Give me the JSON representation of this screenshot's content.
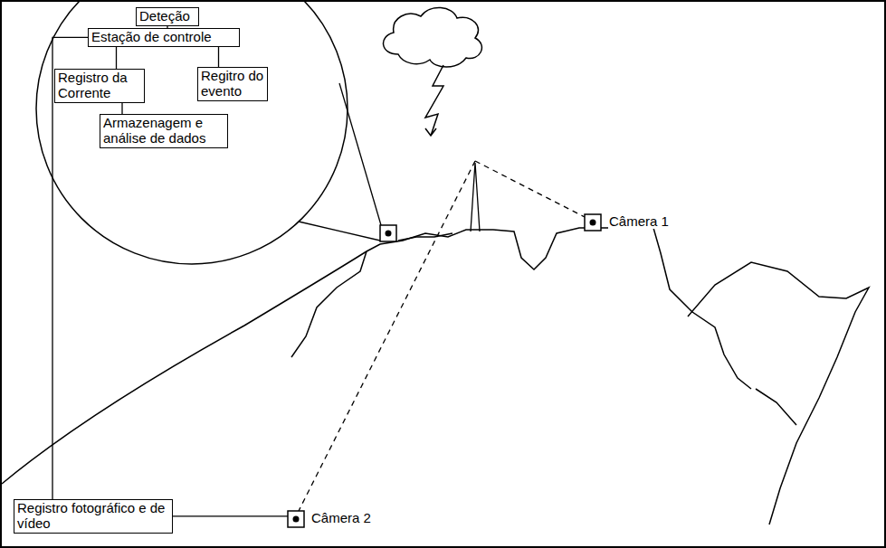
{
  "diagram": {
    "nodes": [
      {
        "text": [
          "Deteção"
        ]
      },
      {
        "text": [
          "Estação de controle"
        ]
      },
      {
        "text": [
          "Registro da Corrente"
        ]
      },
      {
        "text": [
          "Regitro do evento"
        ]
      },
      {
        "text": [
          "Armazenagem e análise de dados"
        ]
      },
      {
        "text": [
          "Registro fotográfico e de vídeo"
        ]
      }
    ],
    "edges": [
      {
        "from": 0,
        "to": 1,
        "arrow": "none"
      },
      {
        "from": 1,
        "to": 2,
        "arrow": "none"
      },
      {
        "from": 1,
        "to": 3,
        "arrow": "none"
      },
      {
        "from": 2,
        "to": 4,
        "arrow": "none"
      },
      {
        "from": 1,
        "to": 5,
        "arrow": "none"
      }
    ],
    "labels": [
      "Câmera 1",
      "Câmera 2"
    ]
  }
}
